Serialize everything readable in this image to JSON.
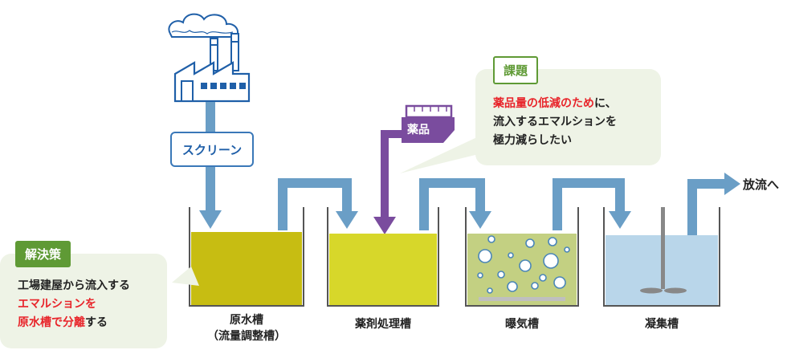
{
  "screen": {
    "label": "スクリーン"
  },
  "chemical": {
    "label": "薬品"
  },
  "discharge": {
    "label": "放流へ"
  },
  "issue": {
    "tag": "課題",
    "line1_red": "薬品量の低減のため",
    "line1_rest": "に、",
    "line2": "流入するエマルションを",
    "line3": "極力減らしたい"
  },
  "solution": {
    "tag": "解決策",
    "line1": "工場建屋から流入する",
    "line2_red": "エマルションを",
    "line3_red": "原水槽で分離",
    "line3_rest": "する"
  },
  "tanks": [
    {
      "name": "原水槽",
      "sub": "（流量調整槽）"
    },
    {
      "name": "薬剤処理槽",
      "sub": ""
    },
    {
      "name": "曝気槽",
      "sub": ""
    },
    {
      "name": "凝集槽",
      "sub": ""
    }
  ],
  "colors": {
    "pipe": "#6a9ec6",
    "purple": "#7a4c9e",
    "tank1": "#c7bd12",
    "tank2": "#d7d72a",
    "tank3": "#c3d082",
    "tank4": "#b9d6ea",
    "accent_green": "#5f9a35",
    "accent_red": "#e8242a"
  }
}
